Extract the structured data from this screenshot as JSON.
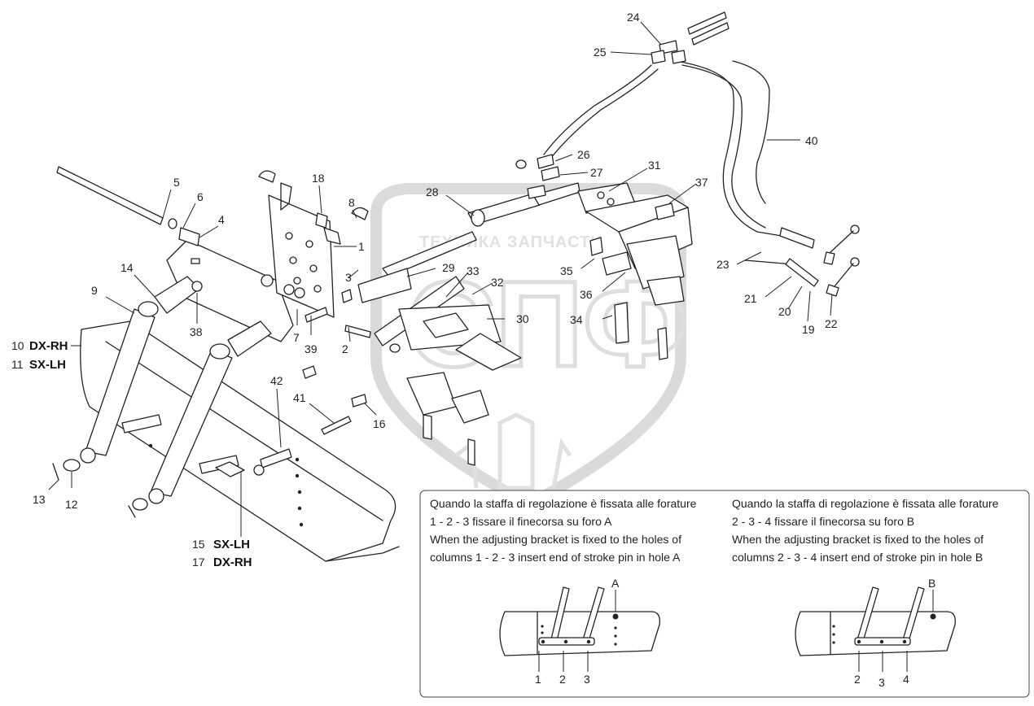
{
  "watermark": {
    "text": "ТЕХНИКА  ЗАПЧАСТИ",
    "letters": "СПФ"
  },
  "callouts": {
    "c1": "1",
    "c2": "2",
    "c3": "3",
    "c4": "4",
    "c5": "5",
    "c6": "6",
    "c7": "7",
    "c8": "8",
    "c9": "9",
    "c12": "12",
    "c13": "13",
    "c14": "14",
    "c16": "16",
    "c18": "18",
    "c19": "19",
    "c20": "20",
    "c21": "21",
    "c22": "22",
    "c23": "23",
    "c24": "24",
    "c25": "25",
    "c26": "26",
    "c27": "27",
    "c28": "28",
    "c29": "29",
    "c30": "30",
    "c31": "31",
    "c32": "32",
    "c33": "33",
    "c34": "34",
    "c35": "35",
    "c36": "36",
    "c37": "37",
    "c38": "38",
    "c39": "39",
    "c40": "40",
    "c41": "41",
    "c42": "42",
    "c10_num": "10",
    "c10_side": "DX-RH",
    "c11_num": "11",
    "c11_side": "SX-LH",
    "c15_num": "15",
    "c15_side": "SX-LH",
    "c17_num": "17",
    "c17_side": "DX-RH"
  },
  "notes": {
    "left": {
      "it_line1": "Quando la staffa di regolazione è fissata alle forature",
      "it_line2": "1 - 2 - 3 fissare il finecorsa su foro A",
      "en_line1": "When the adjusting bracket is fixed to the holes of",
      "en_line2": "columns 1 - 2 - 3 insert end of stroke pin in hole A"
    },
    "right": {
      "it_line1": "Quando la staffa di regolazione è fissata alle forature",
      "it_line2": "2 - 3 - 4 fissare il finecorsa su foro B",
      "en_line1": "When the adjusting bracket is fixed to the holes of",
      "en_line2": "columns 2 - 3 - 4 insert end of stroke pin in hole B"
    }
  },
  "detail_left": {
    "hole": "A",
    "col1": "1",
    "col2": "2",
    "col3": "3"
  },
  "detail_right": {
    "hole": "B",
    "col1": "2",
    "col2": "3",
    "col3": "4"
  }
}
